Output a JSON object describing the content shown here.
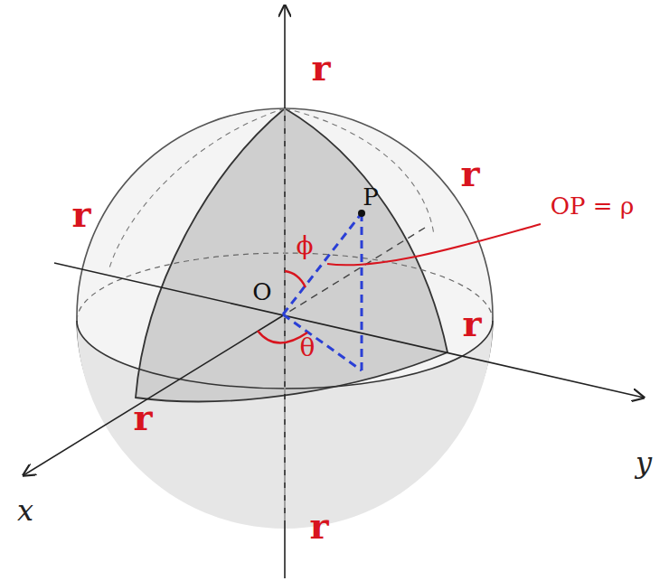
{
  "diagram": {
    "labels": [
      "r",
      "r",
      "r",
      "r",
      "r",
      "r",
      "P",
      "O",
      "ϕ",
      "θ",
      "x",
      "y",
      "OP = ρ"
    ]
  }
}
